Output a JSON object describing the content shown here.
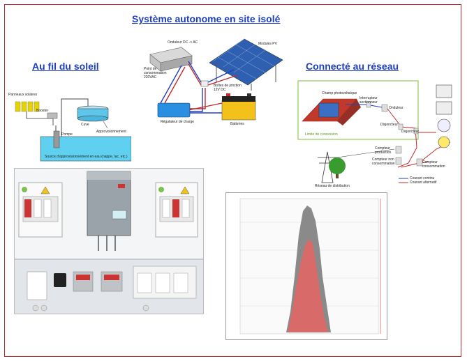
{
  "titles": {
    "main": "Système autonome en site isolé",
    "left": "Au fil du soleil",
    "right": "Connecté au réseau"
  },
  "pump_diagram": {
    "panneaux": "Panneaux solaires",
    "booster": "Booster",
    "pompe": "Pompe",
    "cuve": "Cuve",
    "approvisionnement": "Approvisionnement",
    "source": "Source d'approvisionnement en eau (nappe, lac, etc.)"
  },
  "autonomous_diagram": {
    "onduleur": "Onduleur DC -> AC",
    "point_conso": "Point de consommation 220VAC",
    "modules": "Modules PV",
    "boites": "Boîtes de jonction 12V DC",
    "regulateur": "Régulateur de charge",
    "batteries": "Batteries"
  },
  "grid_diagram": {
    "champ": "Champ photovoltaïque",
    "interrupteur": "Interrupteur sectionneur",
    "onduleur": "Onduleur",
    "disjoncteur1": "Disjoncteur",
    "disjoncteur2": "Disjoncteur",
    "limite": "Limite de concession",
    "compteur_prod": "Compteur production",
    "compteur_non": "Compteur non consommation",
    "compteur_conso": "Compteur consommation",
    "reseau": "Réseau de distribution",
    "legend_continu": "Courant continu",
    "legend_alternatif": "Courant alternatif"
  },
  "colors": {
    "frame": "#c0292b",
    "title": "#1f3fbf",
    "dc_wire": "#1f3fbf",
    "ac_wire": "#c0292b",
    "grid_line": "#7cbf3a",
    "chart_gray": "#8a8a8a",
    "chart_red": "#d96a6a"
  }
}
